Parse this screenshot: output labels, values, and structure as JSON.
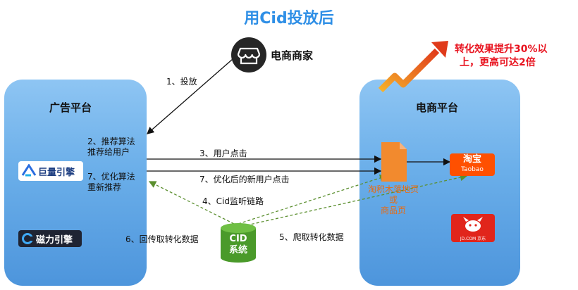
{
  "title": "用Cid投放后",
  "merchant": {
    "label": "电商商家",
    "icon": "store-icon"
  },
  "ad_platform": {
    "title": "广告平台",
    "logos": [
      "巨量引擎",
      "磁力引擎"
    ]
  },
  "ecom_platform": {
    "title": "电商平台",
    "taobao_cn": "淘宝",
    "taobao_en": "Taobao",
    "jd_text": "JD.COM 京东"
  },
  "growth_note": {
    "line1": "转化效果提升30%以",
    "line2": "上，更高可达2倍"
  },
  "steps": {
    "s1": "1、投放",
    "s2_line1": "2、推荐算法",
    "s2_line2": "推荐给用户",
    "s3": "3、用户点击",
    "s4": "4、Cid监听链路",
    "s5": "5、爬取转化数据",
    "s6": "6、回传取转化数据",
    "s7_left_line1": "7、优化算法",
    "s7_left_line2": "重新推荐",
    "s7_arrow": "7、优化后的新用户点击"
  },
  "landing_page": {
    "line1": "淘积木落地页",
    "line2": "或",
    "line3": "商品页"
  },
  "cid_system": {
    "line1": "CID",
    "line2": "系统"
  },
  "colors": {
    "accent": "#2f8fe6",
    "panel": "#6aaee9",
    "red": "#e8131f",
    "orange": "#f28a2e",
    "cylinder": "#4a9a2a",
    "dashed": "#5b8f2f"
  }
}
